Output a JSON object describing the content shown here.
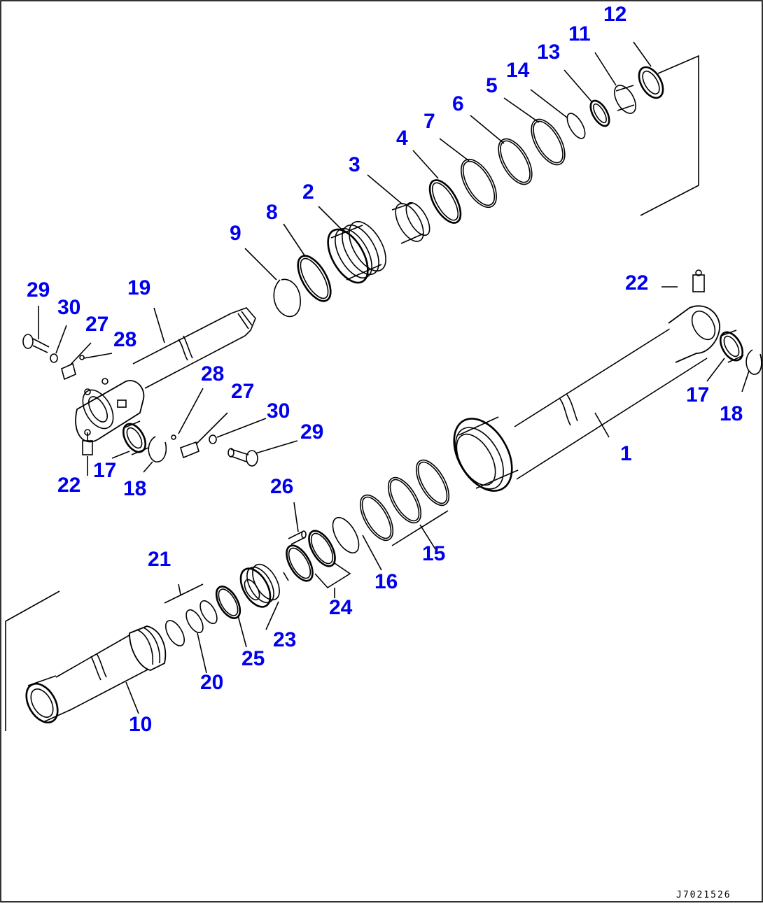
{
  "drawing_code": "J7021526",
  "callouts": [
    {
      "id": "c1",
      "text": "1"
    },
    {
      "id": "c2",
      "text": "2"
    },
    {
      "id": "c3",
      "text": "3"
    },
    {
      "id": "c4",
      "text": "4"
    },
    {
      "id": "c5",
      "text": "5"
    },
    {
      "id": "c6",
      "text": "6"
    },
    {
      "id": "c7",
      "text": "7"
    },
    {
      "id": "c8",
      "text": "8"
    },
    {
      "id": "c9",
      "text": "9"
    },
    {
      "id": "c10",
      "text": "10"
    },
    {
      "id": "c11",
      "text": "11"
    },
    {
      "id": "c12",
      "text": "12"
    },
    {
      "id": "c13",
      "text": "13"
    },
    {
      "id": "c14",
      "text": "14"
    },
    {
      "id": "c15",
      "text": "15"
    },
    {
      "id": "c16",
      "text": "16"
    },
    {
      "id": "c17a",
      "text": "17"
    },
    {
      "id": "c17b",
      "text": "17"
    },
    {
      "id": "c18a",
      "text": "18"
    },
    {
      "id": "c18b",
      "text": "18"
    },
    {
      "id": "c19",
      "text": "19"
    },
    {
      "id": "c20",
      "text": "20"
    },
    {
      "id": "c21",
      "text": "21"
    },
    {
      "id": "c22a",
      "text": "22"
    },
    {
      "id": "c22b",
      "text": "22"
    },
    {
      "id": "c23",
      "text": "23"
    },
    {
      "id": "c24",
      "text": "24"
    },
    {
      "id": "c25",
      "text": "25"
    },
    {
      "id": "c26",
      "text": "26"
    },
    {
      "id": "c27a",
      "text": "27"
    },
    {
      "id": "c27b",
      "text": "27"
    },
    {
      "id": "c28a",
      "text": "28"
    },
    {
      "id": "c28b",
      "text": "28"
    },
    {
      "id": "c29a",
      "text": "29"
    },
    {
      "id": "c29b",
      "text": "29"
    },
    {
      "id": "c30a",
      "text": "30"
    },
    {
      "id": "c30b",
      "text": "30"
    }
  ]
}
